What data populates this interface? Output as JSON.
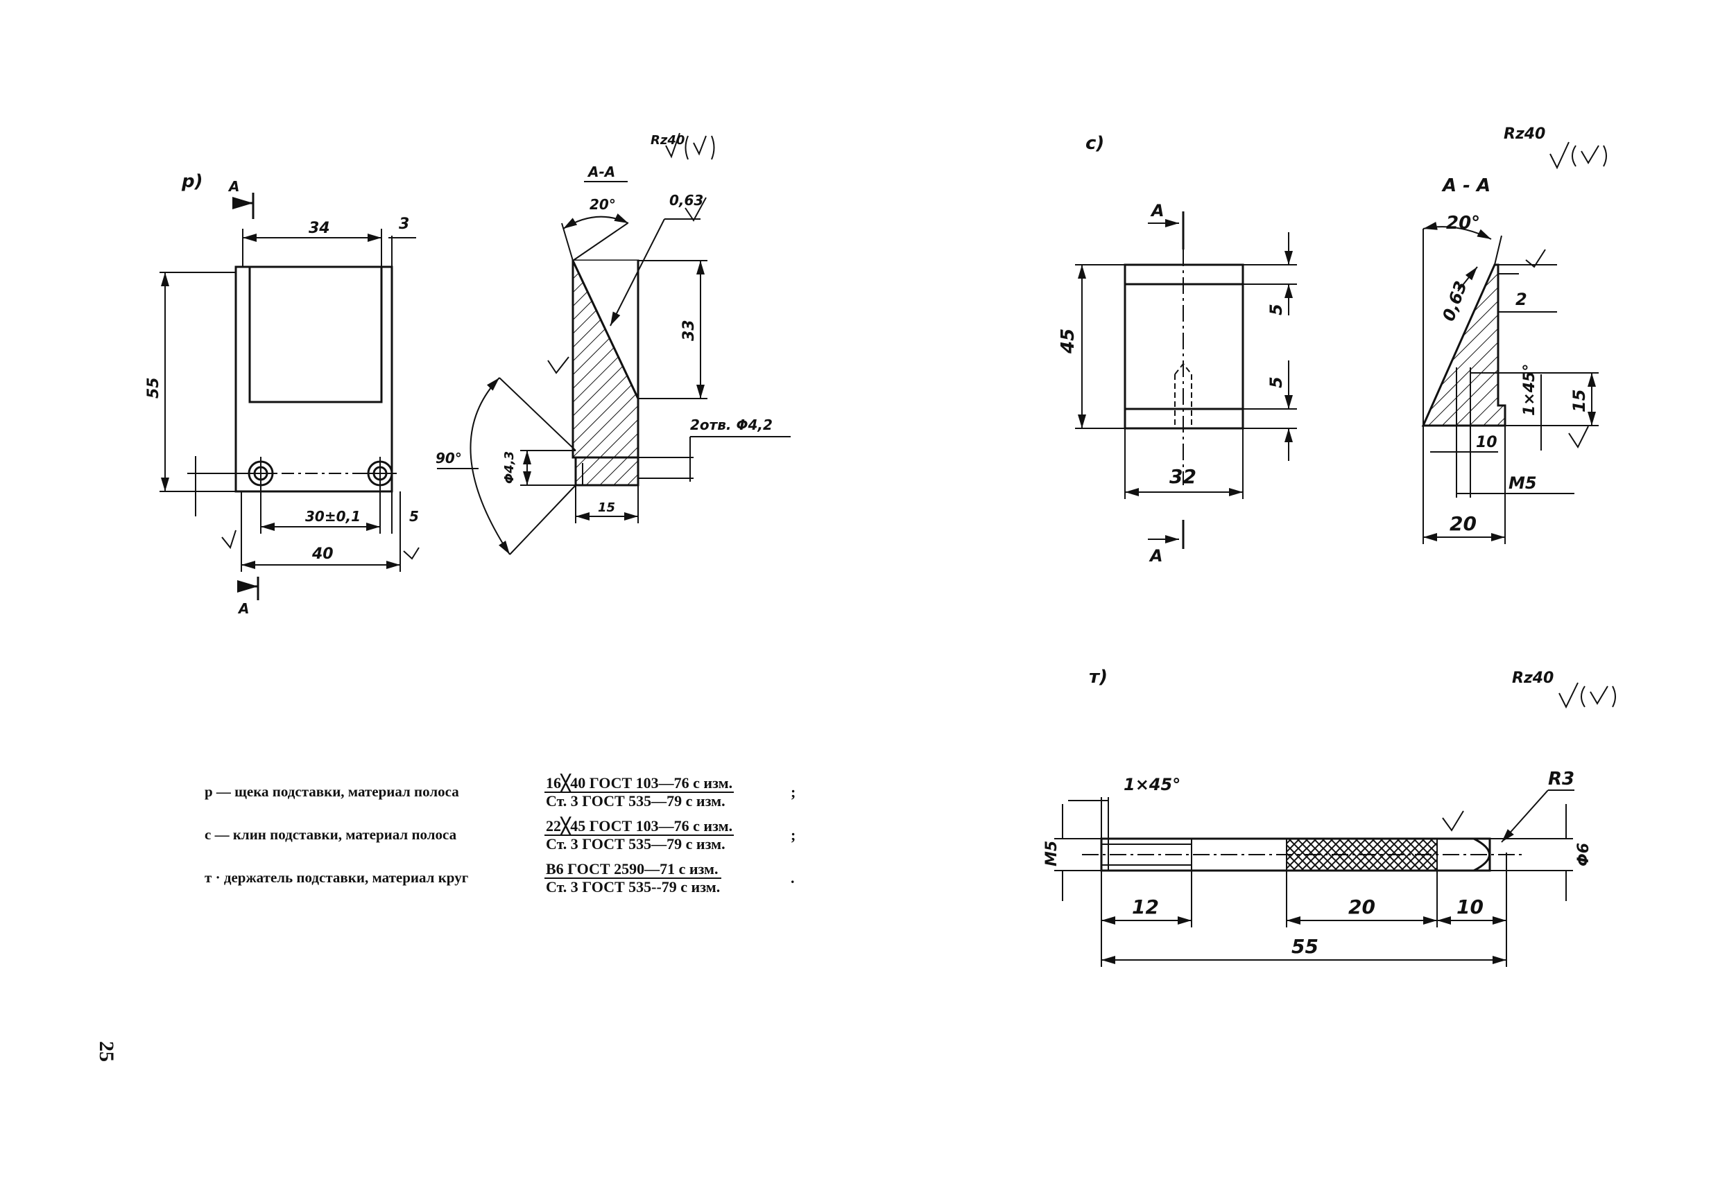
{
  "views": {
    "p": {
      "label": "p)",
      "roughness": "Rz40",
      "section": "A-A",
      "section_mark": "A",
      "dims": {
        "width_top": "34",
        "edge": "3",
        "height": "55",
        "holes_span": "30±0,1",
        "edge_right": "5",
        "width_total": "40",
        "section_height": "33",
        "angle": "20°",
        "surface": "0,63",
        "bevel": "90°",
        "hole_dia": "Φ4,3",
        "thickness": "15",
        "holes_note": "2отв. Φ4,2"
      }
    },
    "c": {
      "label": "c)",
      "roughness": "Rz40",
      "section": "A - A",
      "section_mark": "A",
      "dims": {
        "height": "45",
        "top": "5",
        "mid": "5",
        "width": "32",
        "angle": "20°",
        "surface": "0,63",
        "step": "2",
        "chamfer": "1×45°",
        "slot_h": "15",
        "slot_w": "10",
        "thread": "M5",
        "base": "20"
      }
    },
    "t": {
      "label": "т)",
      "roughness": "Rz40",
      "dims": {
        "chamfer": "1×45°",
        "radius": "R3",
        "thread": "M5",
        "dia": "Φ6",
        "thread_len": "12",
        "knurl_len": "20",
        "end_len": "10",
        "total": "55"
      }
    }
  },
  "captions": [
    {
      "prefix": "р — щека подставки, материал полоса",
      "num": "16╳40 ГОСТ 103—76 с изм.",
      "den": "Ст. 3 ГОСТ 535—79 с изм.",
      "tail": ";"
    },
    {
      "prefix": "с — клин подставки, материал полоса",
      "num": "22╳45 ГОСТ 103—76 с изм.",
      "den": "Ст. 3 ГОСТ 535—79 с изм.",
      "tail": ";"
    },
    {
      "prefix": "т · держатель подставки, материал круг",
      "num": "В6 ГОСТ 2590—71 с изм.",
      "den": "Ст. 3 ГОСТ 535--79 с изм.",
      "tail": "."
    }
  ],
  "page_number": "25"
}
